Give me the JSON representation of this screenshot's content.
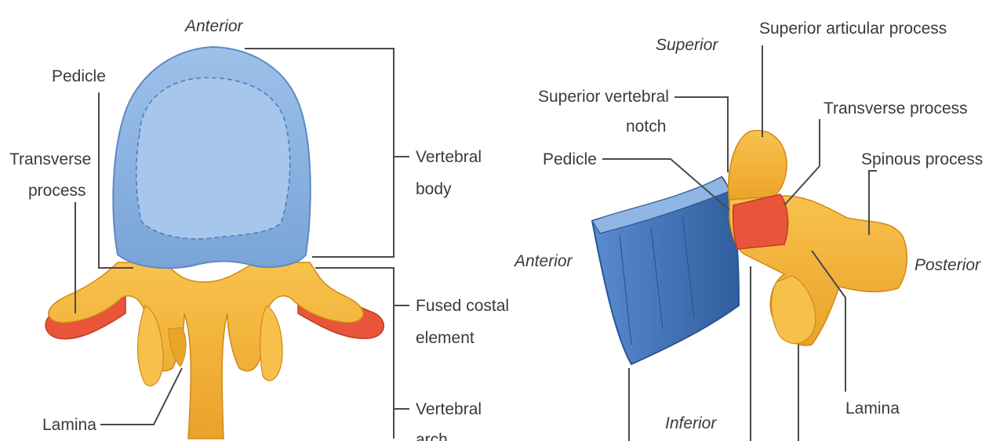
{
  "left_view": {
    "anterior": "Anterior",
    "pedicle": "Pedicle",
    "transverse_process": [
      "Transverse",
      "process"
    ],
    "vertebral_body": [
      "Vertebral",
      "body"
    ],
    "fused_costal_element": [
      "Fused costal",
      "element"
    ],
    "vertebral_arch": [
      "Vertebral",
      "arch"
    ],
    "lamina": "Lamina"
  },
  "right_view": {
    "superior": "Superior",
    "superior_articular_process": "Superior articular process",
    "superior_vertebral_notch": [
      "Superior vertebral",
      "notch"
    ],
    "transverse_process": "Transverse process",
    "spinous_process": "Spinous process",
    "pedicle": "Pedicle",
    "anterior": "Anterior",
    "posterior": "Posterior",
    "inferior": "Inferior",
    "lamina": "Lamina"
  },
  "colors": {
    "body_blue": "#8fb6e4",
    "body_blue_dark": "#3f6fae",
    "bone_yellow": "#f3b53a",
    "process_red": "#e8553a",
    "line": "#4a4a4a",
    "text": "#3a3a3a"
  }
}
